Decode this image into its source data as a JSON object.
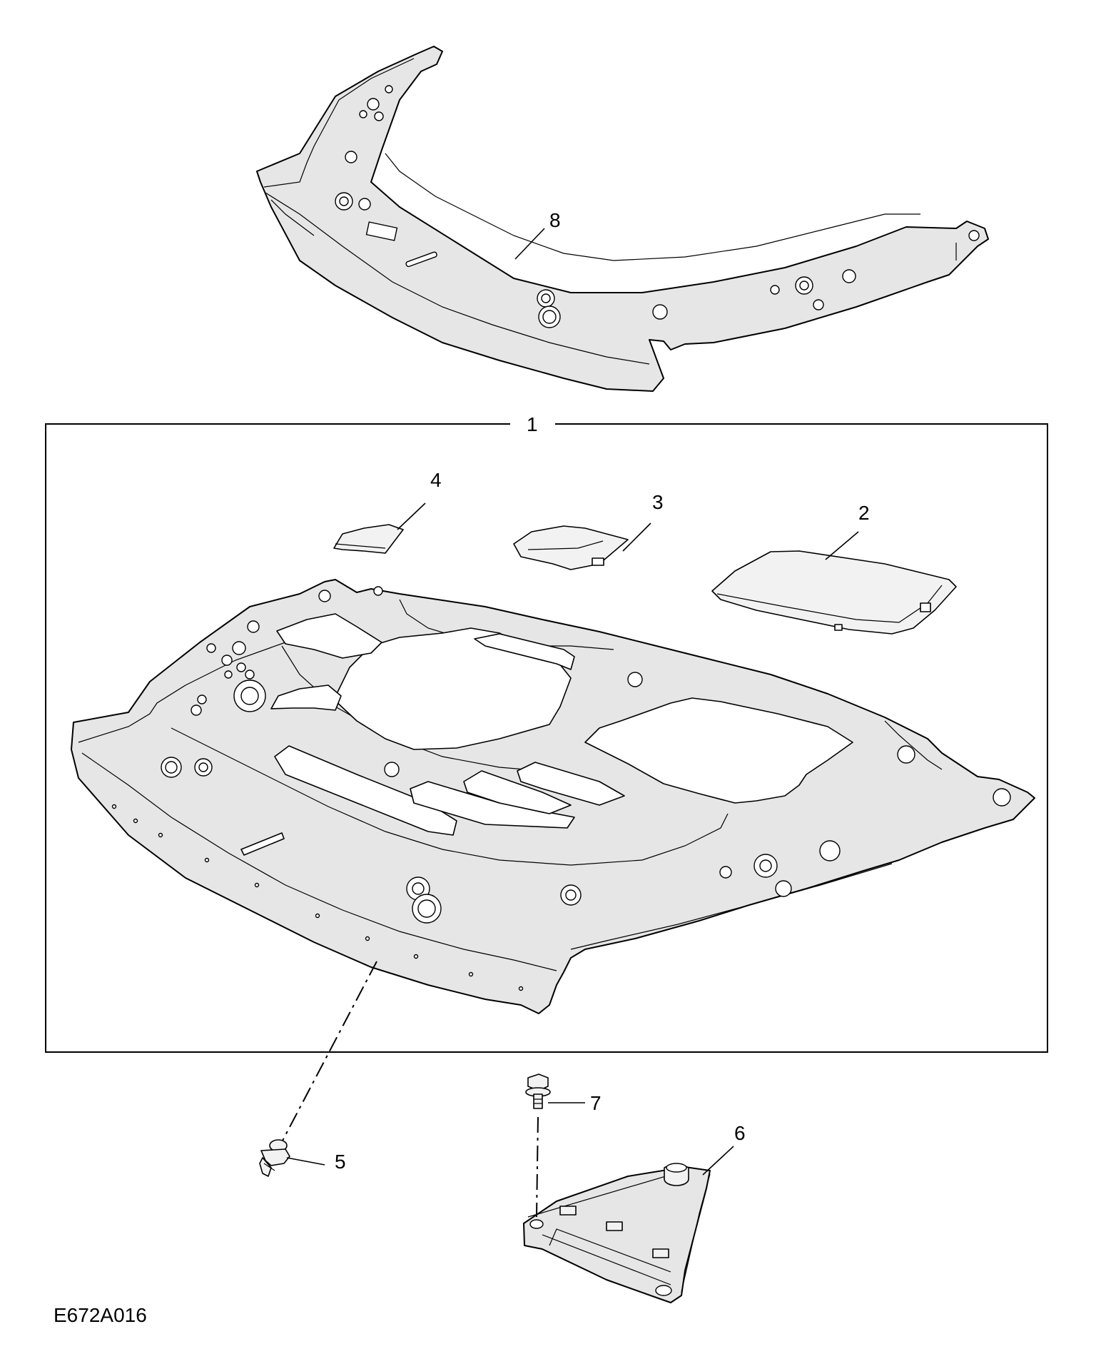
{
  "callouts": {
    "c1": "1",
    "c2": "2",
    "c3": "3",
    "c4": "4",
    "c5": "5",
    "c6": "6",
    "c7": "7",
    "c8": "8"
  },
  "drawing_code": "E672A016",
  "icons": {
    "part_8": "front-crossmember-panel-icon",
    "part_1": "undertray-assembly-icon",
    "part_2": "service-cover-icon",
    "part_3": "access-cover-icon",
    "part_4": "small-cover-icon",
    "part_5": "push-clip-icon",
    "part_6": "bracket-icon",
    "part_7": "bolt-icon"
  },
  "colors": {
    "line": "#000000",
    "fill": "#e6e6e6",
    "background": "#ffffff"
  }
}
